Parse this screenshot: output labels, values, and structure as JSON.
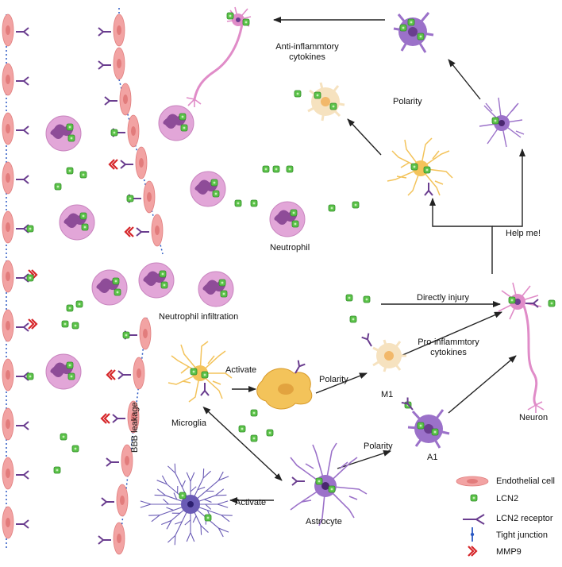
{
  "labels": {
    "anti_inflammatory_1": "Anti-inflammtory",
    "anti_inflammatory_2": "cytokines",
    "polarity_top": "Polarity",
    "help_me": "Help me!",
    "neutrophil": "Neutrophil",
    "neutrophil_infiltration": "Neutrophil infiltration",
    "directly_injury": "Directly injury",
    "pro_inflammatory_1": "Pro-inflammtory",
    "pro_inflammatory_2": "cytokines",
    "activate_micro": "Activate",
    "polarity_m1": "Polarity",
    "m1": "M1",
    "microglia": "Microglia",
    "bbb_leakage": "BBB leakage",
    "neuron": "Neuron",
    "polarity_a1": "Polarity",
    "a1": "A1",
    "activate_astro": "Activate",
    "astrocyte": "Astrocyte"
  },
  "legend": [
    {
      "label": "Endothelial cell",
      "icon": "endothelial-cell-icon"
    },
    {
      "label": "LCN2",
      "icon": "lcn2-icon"
    },
    {
      "label": "LCN2  receptor",
      "icon": "lcn2-receptor-icon"
    },
    {
      "label": "Tight junction",
      "icon": "tight-junction-icon"
    },
    {
      "label": "MMP9",
      "icon": "mmp9-icon"
    }
  ],
  "colors": {
    "endothelial": "#f2a3a3",
    "lcn2": "#5cc34a",
    "receptor": "#6a3d8f",
    "tight_junction": "#2b59c3",
    "mmp9": "#d6262a",
    "neutrophil": "#e2a6d8",
    "microglia": "#f3c35a",
    "astrocyte": "#9b71c9",
    "neuron": "#e08cc8",
    "m2_cell": "#f6e2bf"
  }
}
